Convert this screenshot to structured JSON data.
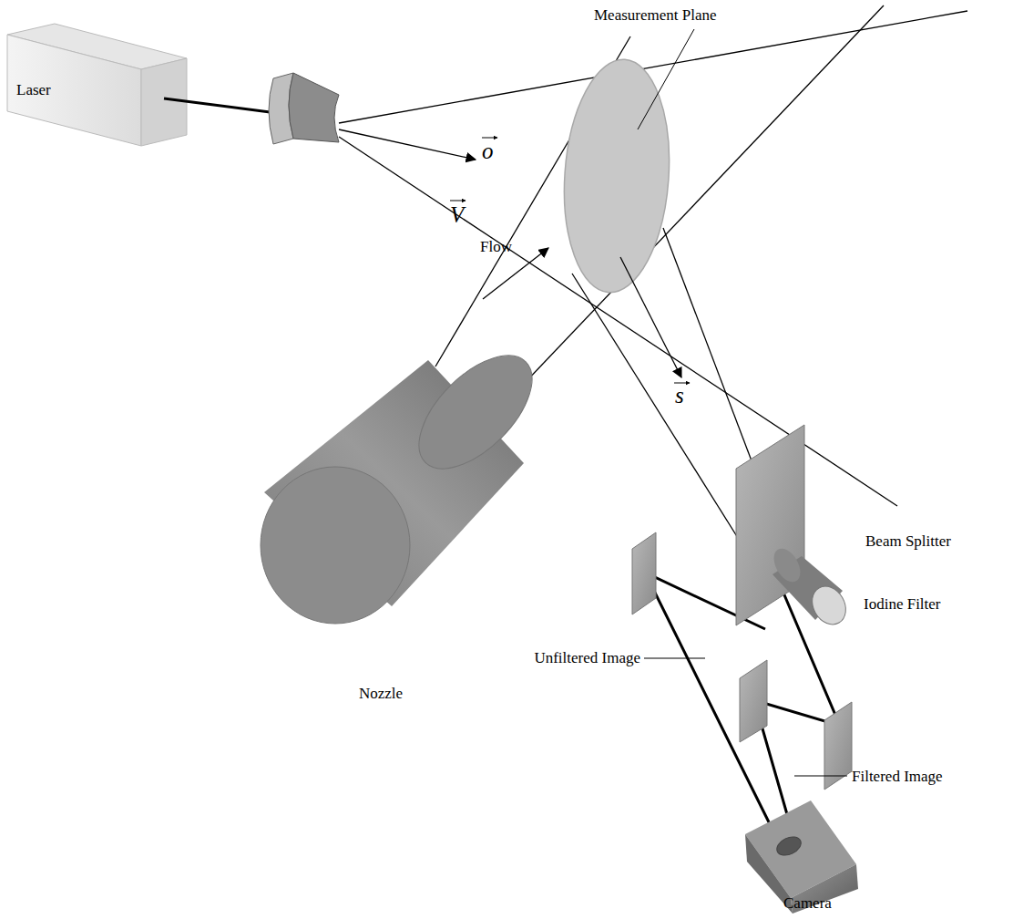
{
  "diagram": {
    "labels": [
      "Measurement Plane",
      "Laser",
      "o",
      "V",
      "Flow",
      "s",
      "Beam Splitter",
      "Iodine Filter",
      "Nozzle",
      "Unfiltered Image",
      "Filtered Image",
      "Camera"
    ]
  }
}
